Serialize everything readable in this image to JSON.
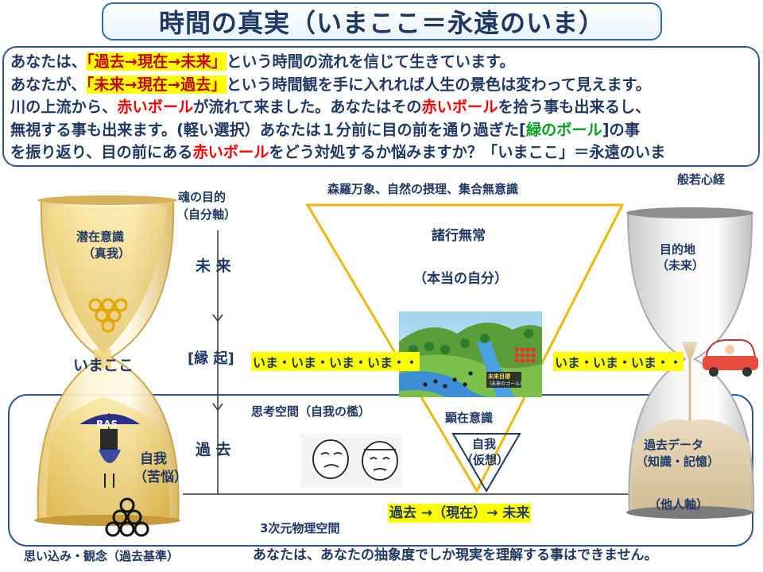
{
  "title": "時間の真実（いまここ＝永遠のいま）",
  "intro": {
    "l1_a": "あなたは、",
    "l1_hl": "「過去→現在→未来」",
    "l1_b": "という時間の流れを信じて生きています。",
    "l2_a": "あなたが、",
    "l2_hl": "「未来→現在→過去」",
    "l2_b": "という時間観を手に入れれば人生の景色は変わって見えます。",
    "l3_a": "川の上流から、",
    "l3_red": "赤いボール",
    "l3_b": "が流れて来ました。あなたはその",
    "l3_red2": "赤いボール",
    "l3_c": "を拾う事も出来るし、",
    "l4_a": "無視する事も出来ます。(軽い選択）あなたは１分前に目の前を通り過ぎた[",
    "l4_green": "緑のボール",
    "l4_b": "]の事",
    "l5_a": "を振り返り、目の前にある",
    "l5_red": "赤いボール",
    "l5_b": "をどう対処するか悩みますか？「いまここ」＝永遠のいま"
  },
  "labels": {
    "soul_purpose_1": "魂の目的",
    "soul_purpose_2": "（自分軸）",
    "future": "未 来",
    "engi": "[縁 起]",
    "past": "過 去",
    "shinra": "森羅万象、自然の摂理、集合無意識",
    "hannya": "般若心経",
    "shogyo": "諸行無常",
    "true_self": "（本当の自分）",
    "imama_left": "いま・いま・いま・いま・・",
    "imama_right": "いま・いま・いま・・",
    "thought_space": "思考空間（自我の檻）",
    "kenzai": "顕在意識",
    "ego_false_1": "自我",
    "ego_false_2": "（仮想）",
    "senzai_1": "潜在意識",
    "senzai_2": "（真我）",
    "imakoko": "いまここ",
    "ras": "RAS",
    "ego_suffer_1": "自我",
    "ego_suffer_2": "（苦悩）",
    "destination_1": "目的地",
    "destination_2": "（未来）",
    "past_data_1": "過去データ",
    "past_data_2": "（知識・記憶）",
    "flow": "過去 →（現在）→ 未来",
    "other_axis": "（他人軸）",
    "physical_space": "3次元物理空間",
    "beliefs": "思い込み・観念（過去基準）",
    "abstraction": "あなたは、あなたの抽象度でしか現実を理解する事はできません。",
    "sign_a": "未来目標",
    "sign_b": "（未来のゴール）"
  },
  "colors": {
    "navy": "#203864",
    "frame_blue": "#2f5597",
    "triangle_gold": "#f2b705",
    "highlight_yellow": "#ffff00",
    "ball_red": "#ff0000",
    "ball_green": "#00a020"
  }
}
